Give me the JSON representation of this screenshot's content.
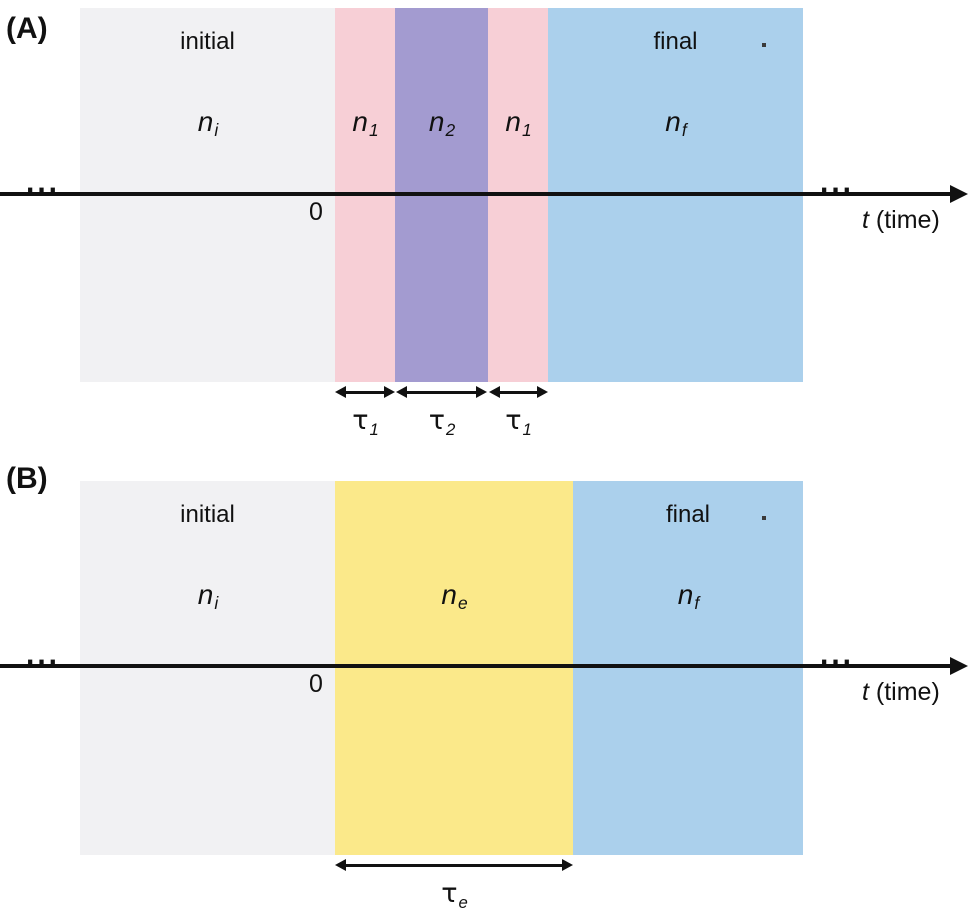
{
  "figure": {
    "domain": "diagram",
    "description": "Two-panel timeline schematic of refractive-index (n) profiles versus time",
    "background": "#ffffff"
  },
  "colors": {
    "initial_gray": "#f1f1f3",
    "pink_n1": "#f7cfd6",
    "purple_n2": "#a39bd0",
    "blue_final": "#abd0ec",
    "yellow_ne": "#fbe98a",
    "ink": "#111111"
  },
  "panels": [
    {
      "id": "A",
      "letter": "(A)",
      "axis": {
        "left_ellipsis": "...",
        "right_ellipsis": "...",
        "origin_label": "0",
        "axis_label_symbol": "t",
        "axis_label_text": "(time)"
      },
      "regions": [
        {
          "key": "initial",
          "title": "initial",
          "symbol": "n",
          "subscript": "i",
          "color": "#f1f1f3"
        },
        {
          "key": "n1a",
          "title": "",
          "symbol": "n",
          "subscript": "1",
          "color": "#f7cfd6"
        },
        {
          "key": "n2",
          "title": "",
          "symbol": "n",
          "subscript": "2",
          "color": "#a39bd0"
        },
        {
          "key": "n1b",
          "title": "",
          "symbol": "n",
          "subscript": "1",
          "color": "#f7cfd6"
        },
        {
          "key": "final",
          "title": "final",
          "symbol": "n",
          "subscript": "f",
          "color": "#abd0ec"
        }
      ],
      "durations": [
        {
          "symbol": "τ",
          "subscript": "1"
        },
        {
          "symbol": "τ",
          "subscript": "2"
        },
        {
          "symbol": "τ",
          "subscript": "1"
        }
      ]
    },
    {
      "id": "B",
      "letter": "(B)",
      "axis": {
        "left_ellipsis": "...",
        "right_ellipsis": "...",
        "origin_label": "0",
        "axis_label_symbol": "t",
        "axis_label_text": "(time)"
      },
      "regions": [
        {
          "key": "initial",
          "title": "initial",
          "symbol": "n",
          "subscript": "i",
          "color": "#f1f1f3"
        },
        {
          "key": "ne",
          "title": "",
          "symbol": "n",
          "subscript": "e",
          "color": "#fbe98a"
        },
        {
          "key": "final",
          "title": "final",
          "symbol": "n",
          "subscript": "f",
          "color": "#abd0ec"
        }
      ],
      "durations": [
        {
          "symbol": "τ",
          "subscript": "e"
        }
      ]
    }
  ]
}
